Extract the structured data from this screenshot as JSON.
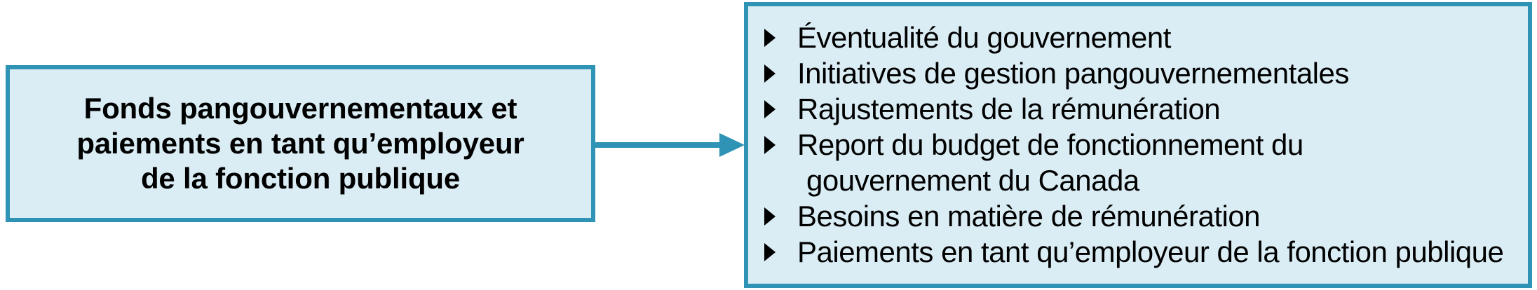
{
  "colors": {
    "accent": "#2E93B4",
    "box_fill": "#DAEDF4",
    "text": "#000000"
  },
  "icons": {
    "triangle_bullet": "▸",
    "connector_arrow": "→"
  },
  "left_box": {
    "lines": [
      "Fonds pangouvernementaux et",
      "paiements en tant qu’employeur",
      "de la fonction publique"
    ]
  },
  "right_box": {
    "items": [
      {
        "text": "Éventualité du gouvernement"
      },
      {
        "text": "Initiatives de gestion pangouvernementales"
      },
      {
        "text": "Rajustements de la rémunération"
      },
      {
        "lines": [
          "Report du budget de fonctionnement du",
          "gouvernement du Canada"
        ]
      },
      {
        "text": "Besoins en matière de rémunération"
      },
      {
        "text": "Paiements en tant qu’employeur de la fonction publique"
      }
    ]
  }
}
